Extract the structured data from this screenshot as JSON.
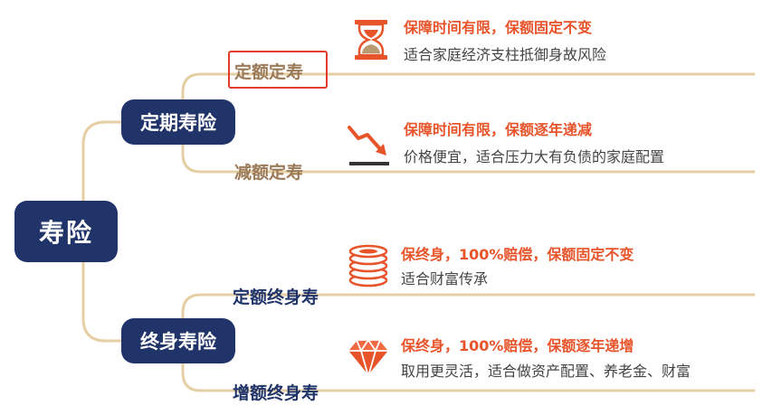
{
  "root": {
    "label": "寿险"
  },
  "branches": [
    {
      "label": "定期寿险",
      "leaves": [
        {
          "label": "定额定寿",
          "highlighted": true,
          "icon": "hourglass-icon",
          "title": "保障时间有限，保额固定不变",
          "desc": "适合家庭经济支柱抵御身故风险"
        },
        {
          "label": "减额定寿",
          "icon": "trend-down-icon",
          "title": "保障时间有限，保额逐年递减",
          "desc": "价格便宜，适合压力大有负债的家庭配置"
        }
      ]
    },
    {
      "label": "终身寿险",
      "leaves": [
        {
          "label": "定额终身寿",
          "icon": "coin-stack-icon",
          "title": "保终身，100%赔偿，保额固定不变",
          "desc": "适合财富传承"
        },
        {
          "label": "增额终身寿",
          "icon": "diamond-icon",
          "title": "保终身，100%赔偿，保额逐年递增",
          "desc": "取用更灵活，适合做资产配置、养老金、财富"
        }
      ]
    }
  ],
  "colors": {
    "node_fill": "#203469",
    "connector": "#e7cfa5",
    "accent": "#e8542a",
    "leaf_brown": "#9b7a58",
    "highlight": "#e23b2e"
  }
}
